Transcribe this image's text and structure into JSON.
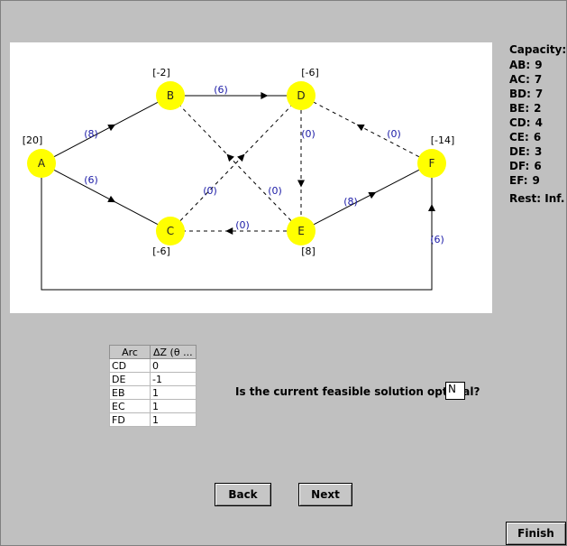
{
  "graph": {
    "nodes": [
      {
        "id": "A",
        "supply": "[20]"
      },
      {
        "id": "B",
        "supply": "[-2]"
      },
      {
        "id": "C",
        "supply": "[-6]"
      },
      {
        "id": "D",
        "supply": "[-6]"
      },
      {
        "id": "E",
        "supply": "[8]"
      },
      {
        "id": "F",
        "supply": "[-14]"
      }
    ],
    "edges": [
      {
        "from": "A",
        "to": "B",
        "flow": "(8)",
        "style": "solid"
      },
      {
        "from": "A",
        "to": "C",
        "flow": "(6)",
        "style": "solid"
      },
      {
        "from": "B",
        "to": "D",
        "flow": "(6)",
        "style": "solid"
      },
      {
        "from": "E",
        "to": "B",
        "flow": "(0)",
        "style": "dashed"
      },
      {
        "from": "C",
        "to": "D",
        "flow": "(0)",
        "style": "dashed"
      },
      {
        "from": "D",
        "to": "E",
        "flow": "(0)",
        "style": "dashed"
      },
      {
        "from": "E",
        "to": "C",
        "flow": "(0)",
        "style": "dashed"
      },
      {
        "from": "E",
        "to": "F",
        "flow": "(8)",
        "style": "solid"
      },
      {
        "from": "F",
        "to": "D",
        "flow": "(0)",
        "style": "dashed"
      },
      {
        "from": "A",
        "to": "F",
        "flow": "(6)",
        "style": "solid",
        "route": "bottom"
      }
    ],
    "node_color": "#ffff00"
  },
  "capacity": {
    "title": "Capacity:",
    "items": [
      {
        "arc": "AB:",
        "value": "9"
      },
      {
        "arc": "AC:",
        "value": "7"
      },
      {
        "arc": "BD:",
        "value": "7"
      },
      {
        "arc": "BE:",
        "value": "2"
      },
      {
        "arc": "CD:",
        "value": "4"
      },
      {
        "arc": "CE:",
        "value": "6"
      },
      {
        "arc": "DE:",
        "value": "3"
      },
      {
        "arc": "DF:",
        "value": "6"
      },
      {
        "arc": "EF:",
        "value": "9"
      }
    ],
    "rest_label": "Rest:",
    "rest_value": "Inf."
  },
  "table": {
    "headers": [
      "Arc",
      "ΔZ (θ ..."
    ],
    "rows": [
      [
        "CD",
        "0"
      ],
      [
        "DE",
        "-1"
      ],
      [
        "EB",
        "1"
      ],
      [
        "EC",
        "1"
      ],
      [
        "FD",
        "1"
      ]
    ]
  },
  "question": {
    "text": "Is the current feasible solution optimal?",
    "answer": "N"
  },
  "buttons": {
    "back": "Back",
    "next": "Next",
    "finish": "Finish"
  }
}
